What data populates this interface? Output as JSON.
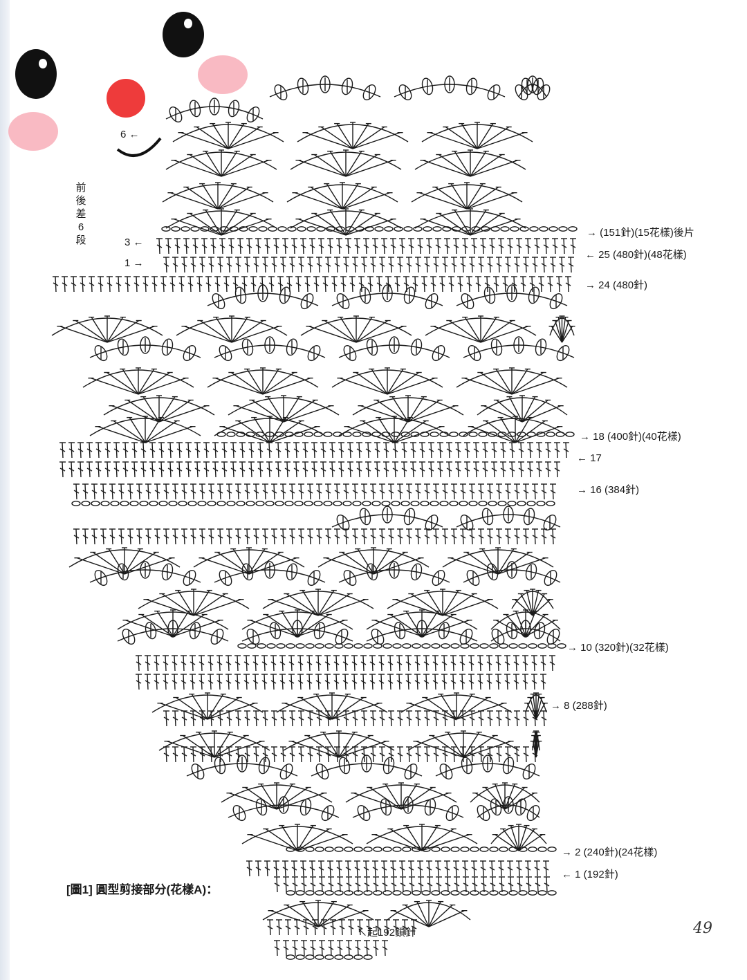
{
  "diagram": {
    "caption": "[圖1] 圓型剪接部分(花樣A)：",
    "start_chain": "起192鎖針",
    "side_note": "前後差6段",
    "page_number": "49",
    "left_rows": [
      {
        "id": "l6",
        "text": "6"
      },
      {
        "id": "l3",
        "text": "3"
      },
      {
        "id": "l1",
        "text": "1"
      }
    ],
    "right_rows": [
      {
        "id": "r151",
        "text": "(151針)(15花樣)後片"
      },
      {
        "id": "r25",
        "text": "25 (480針)(48花樣)"
      },
      {
        "id": "r24",
        "text": "24 (480針)"
      },
      {
        "id": "r18",
        "text": "18 (400針)(40花樣)"
      },
      {
        "id": "r17",
        "text": "17"
      },
      {
        "id": "r16",
        "text": "16 (384針)"
      },
      {
        "id": "r10",
        "text": "10 (320針)(32花樣)"
      },
      {
        "id": "r8",
        "text": "8 (288針)"
      },
      {
        "id": "r2",
        "text": "2 (240針)(24花樣)"
      },
      {
        "id": "r1",
        "text": "1 (192針)"
      }
    ],
    "colors": {
      "ink": "#1a1a1a",
      "sticker_black": "#111111",
      "sticker_red": "#ee3b3b",
      "sticker_pink": "#f7a9b4"
    }
  }
}
